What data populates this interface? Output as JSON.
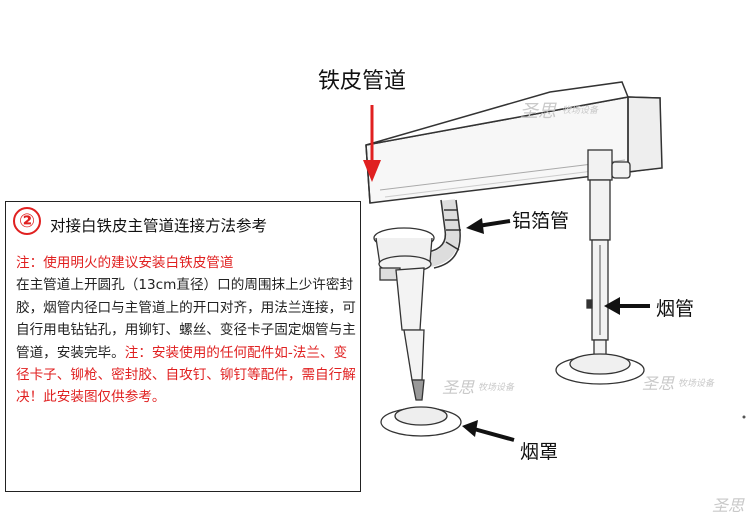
{
  "labels": {
    "main_pipe": "铁皮管道",
    "foil_pipe": "铝箔管",
    "chimney": "烟管",
    "hood": "烟罩"
  },
  "panel": {
    "step_number": "②",
    "title": "对接白铁皮主管道连接方法参考",
    "note_label": "注：使用明火的建议安装白铁皮管道",
    "body": "在主管道上开圆孔（13cm直径）口的周围抹上少许密封胶，烟管内径口与主管道上的开口对齐，用法兰连接，可自行用电钻钻孔，用铆钉、螺丝、变径卡子固定烟管与主管道，安装完毕。",
    "warning": "注：安装使用的任何配件如-法兰、变径卡子、铆枪、密封胶、自攻钉、铆钉等配件，需自行解决！此安装图仅供参考。"
  },
  "watermarks": {
    "brand": "圣思",
    "sub": "牧场设备"
  },
  "colors": {
    "accent_red": "#e02020",
    "line": "#222222"
  }
}
